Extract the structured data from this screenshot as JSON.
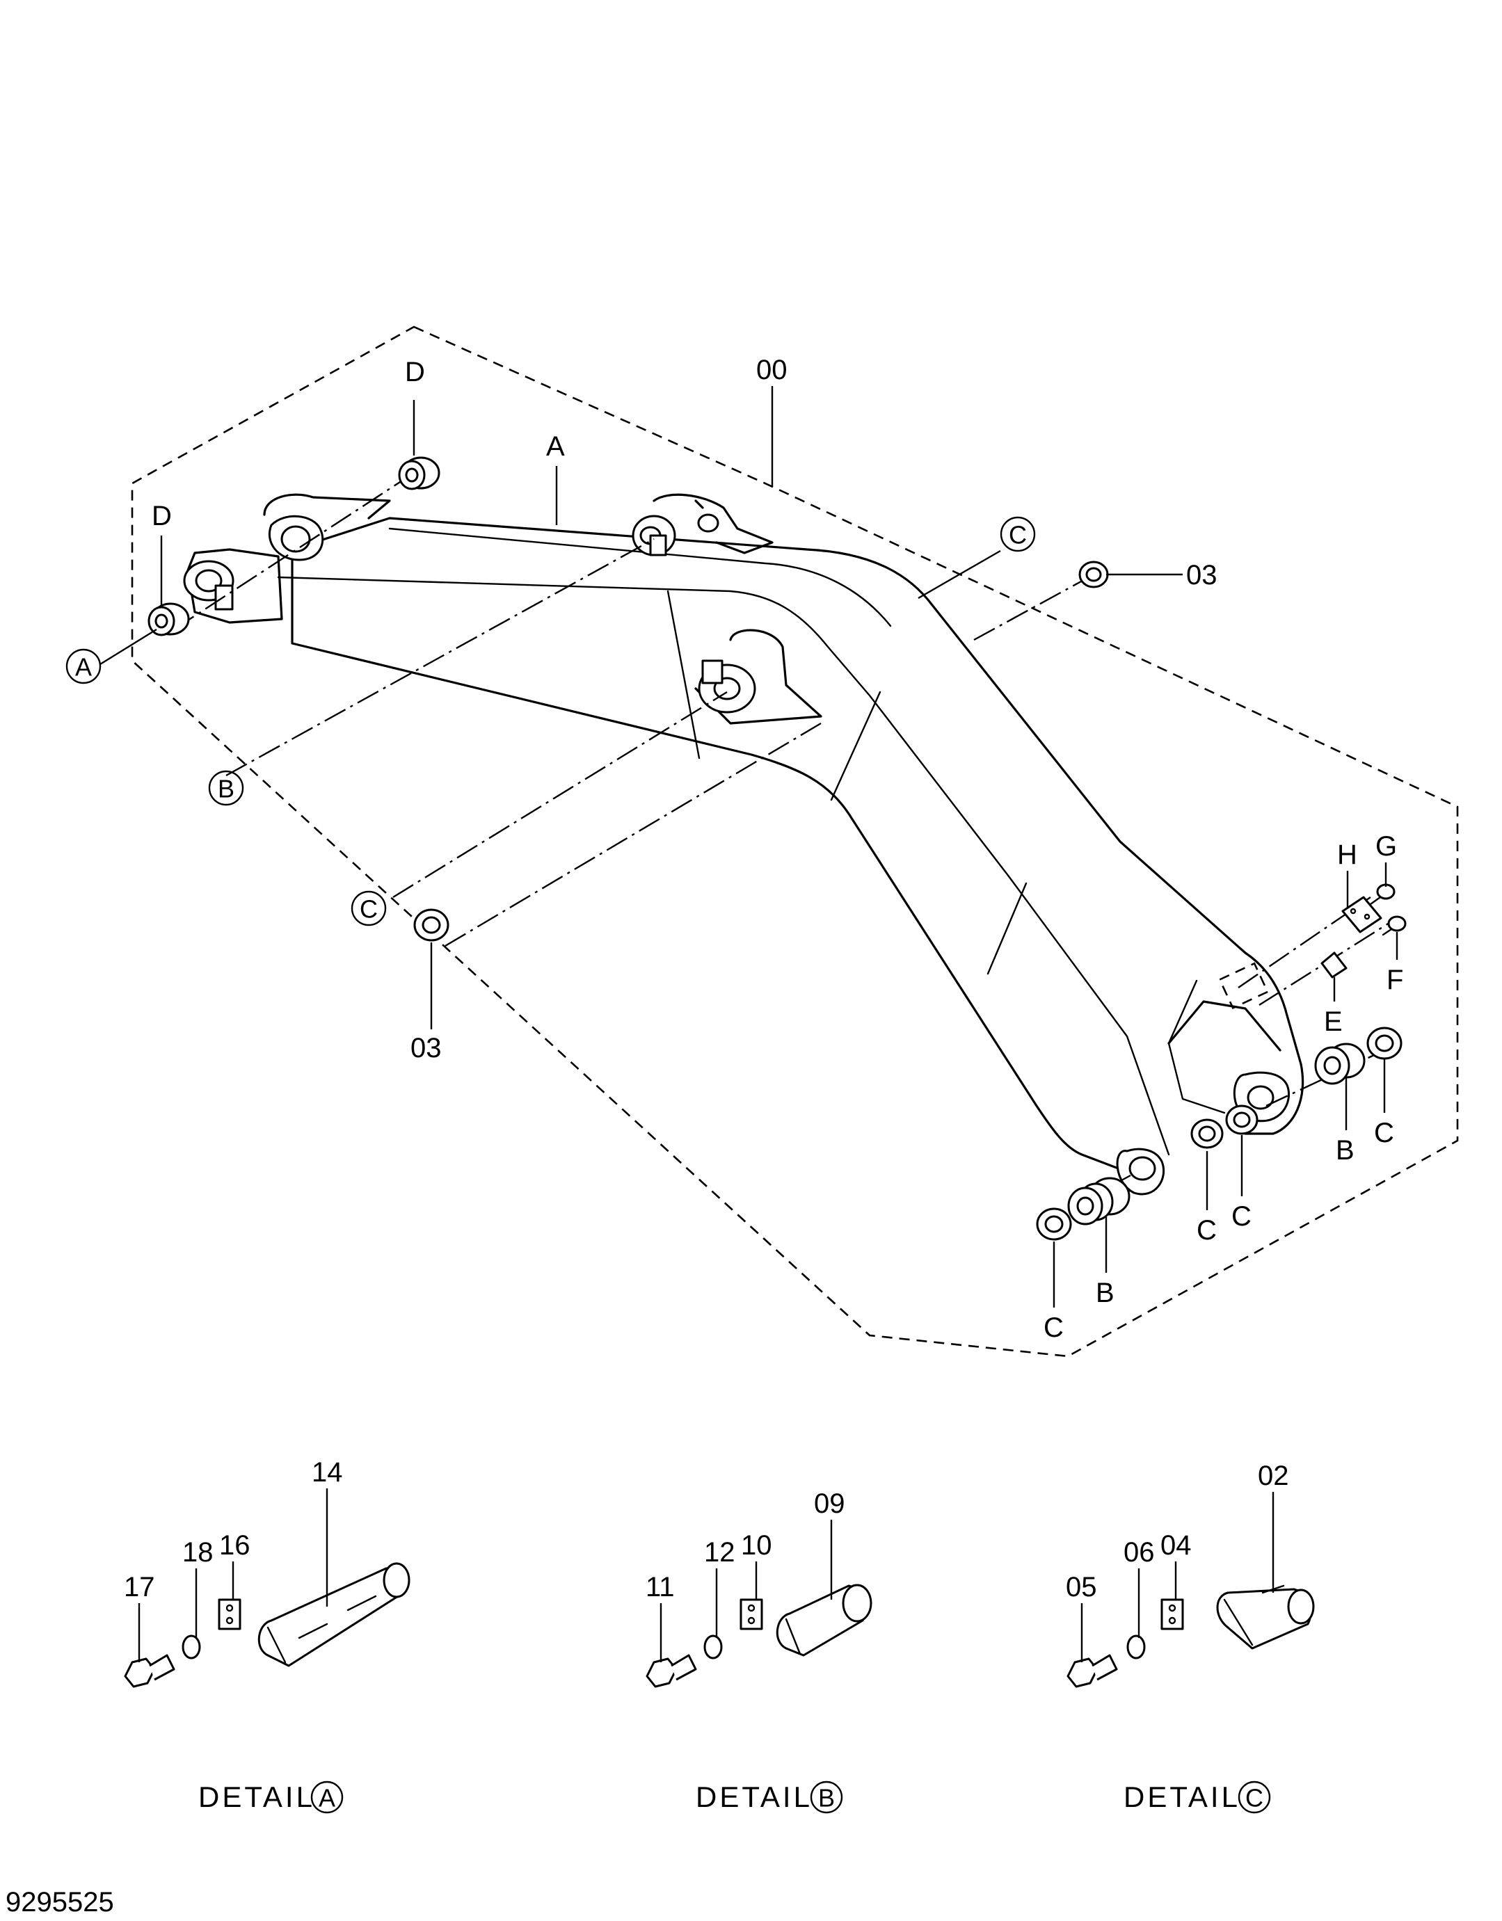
{
  "callouts": {
    "assembly": "00",
    "a": "A",
    "b": "B",
    "c": "C",
    "d": "D",
    "e": "E",
    "f": "F",
    "g": "G",
    "h": "H",
    "bushing_03": "03"
  },
  "detail_a": {
    "title": "DETAIL",
    "ref": "A",
    "parts": {
      "pin": "14",
      "plate": "16",
      "bolt": "17",
      "washer": "18"
    }
  },
  "detail_b": {
    "title": "DETAIL",
    "ref": "B",
    "parts": {
      "pin": "09",
      "plate": "10",
      "bolt": "11",
      "washer": "12"
    }
  },
  "detail_c": {
    "title": "DETAIL",
    "ref": "C",
    "parts": {
      "pin": "02",
      "plate": "04",
      "bolt": "05",
      "washer": "06"
    }
  },
  "document_number": "9295525"
}
